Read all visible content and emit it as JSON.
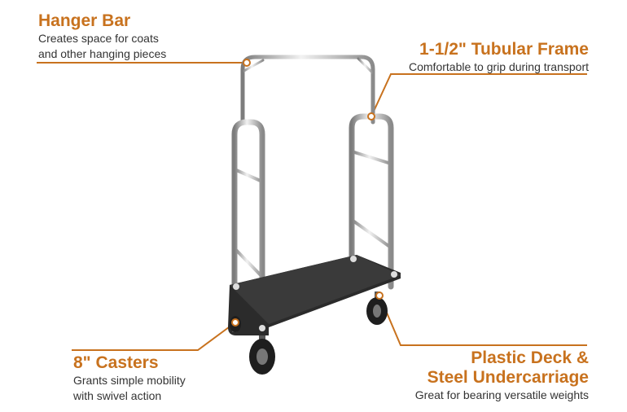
{
  "callouts": {
    "hanger_bar": {
      "title": "Hanger Bar",
      "desc_line1": "Creates space for coats",
      "desc_line2": "and other hanging pieces"
    },
    "tubular_frame": {
      "title": "1-1/2\" Tubular Frame",
      "desc": "Comfortable to grip during transport"
    },
    "casters": {
      "title": "8\" Casters",
      "desc_line1": "Grants simple mobility",
      "desc_line2": "with swivel action"
    },
    "deck": {
      "title_line1": "Plastic Deck &",
      "title_line2": "Steel Undercarriage",
      "desc": "Great for bearing versatile weights"
    }
  },
  "colors": {
    "accent": "#c8721e",
    "text": "#333333",
    "deck": "#2b2b2b",
    "chrome": "#b8b8b8"
  }
}
